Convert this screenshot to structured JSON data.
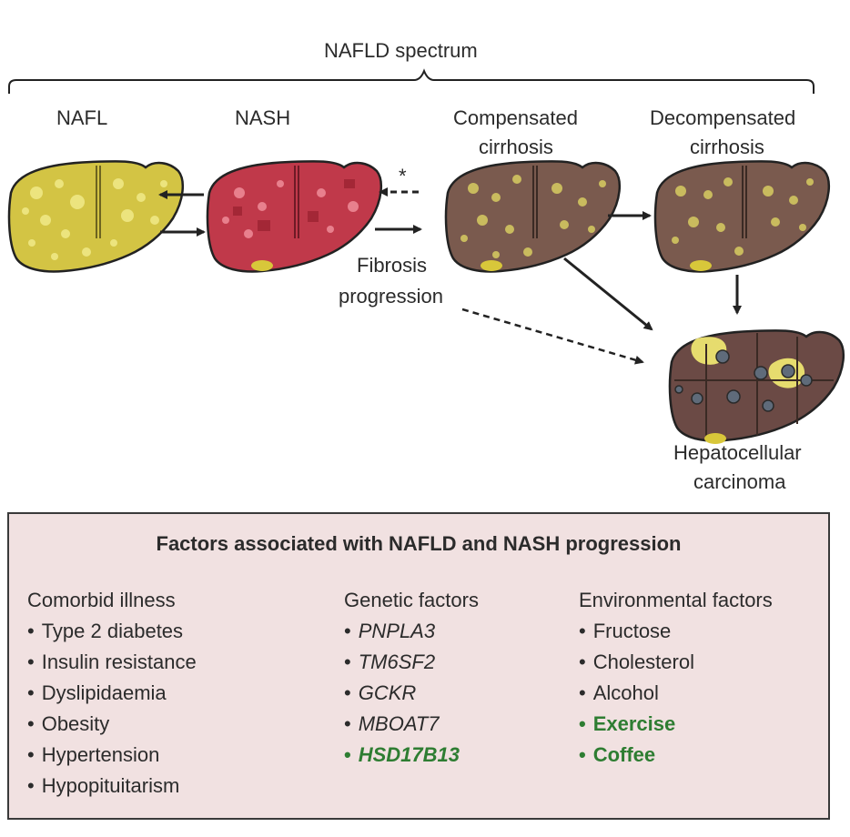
{
  "spectrum_label": "NAFLD spectrum",
  "stages": {
    "nafl": "NAFL",
    "nash": "NASH",
    "compensated_1": "Compensated",
    "compensated_2": "cirrhosis",
    "decompensated_1": "Decompensated",
    "decompensated_2": "cirrhosis",
    "hcc_1": "Hepatocellular",
    "hcc_2": "carcinoma"
  },
  "fibrosis_1": "Fibrosis",
  "fibrosis_2": "progression",
  "asterisk": "*",
  "colors": {
    "nafl_liver": "#d3c444",
    "nash_liver": "#c0394a",
    "cirrhosis_liver": "#7a5a4e",
    "hcc_liver": "#6b4a45",
    "fat_droplet": "#e9e07a",
    "tumor_nodule": "#5f6b7a",
    "box_bg": "#f1e1e1",
    "highlight_green": "#2e7d32"
  },
  "factors": {
    "title": "Factors associated with NAFLD and NASH progression",
    "comorbid": {
      "heading": "Comorbid illness",
      "items": [
        "Type 2 diabetes",
        "Insulin resistance",
        "Dyslipidaemia",
        "Obesity",
        "Hypertension",
        "Hypopituitarism"
      ]
    },
    "genetic": {
      "heading": "Genetic factors",
      "items": [
        "PNPLA3",
        "TM6SF2",
        "GCKR",
        "MBOAT7",
        "HSD17B13"
      ]
    },
    "environmental": {
      "heading": "Environmental factors",
      "items": [
        "Fructose",
        "Cholesterol",
        "Alcohol",
        "Exercise",
        "Coffee"
      ]
    }
  }
}
